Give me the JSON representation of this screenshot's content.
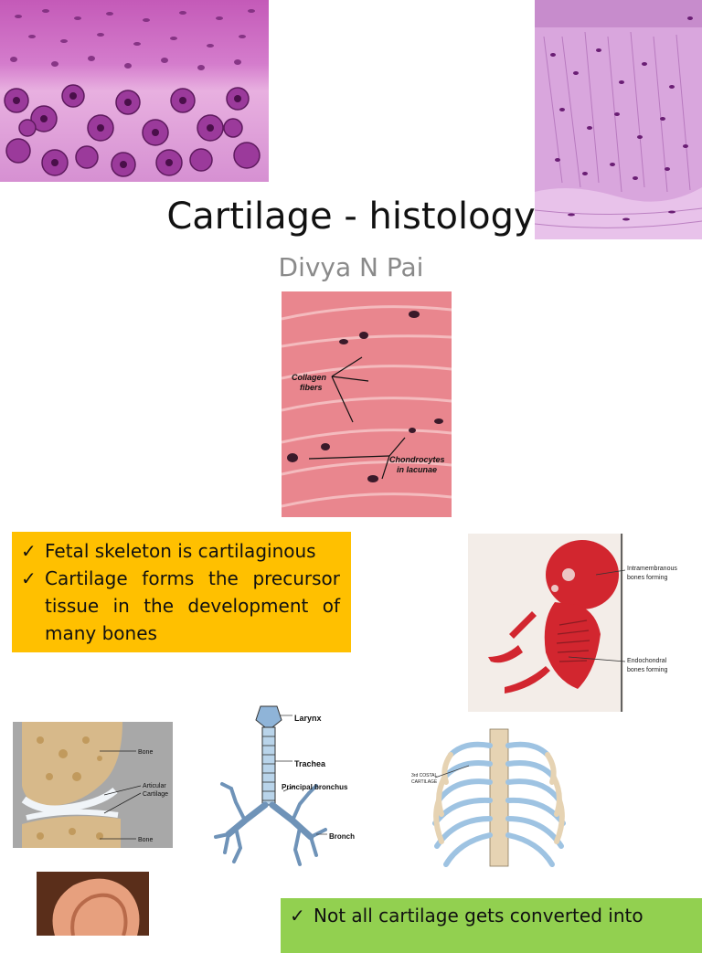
{
  "slide": {
    "title": "Cartilage - histology",
    "author": "Divya N Pai"
  },
  "figure_collagen": {
    "label_collagen": [
      "Collagen",
      "fibers"
    ],
    "label_chondrocytes": [
      "Chondrocytes",
      "in lacunae"
    ]
  },
  "box_fetal": {
    "bullets": [
      {
        "check": "✓",
        "text": "Fetal  skeleton is cartilaginous"
      },
      {
        "check": "✓",
        "text": "Cartilage forms the precursor tissue in the development of many bones"
      }
    ]
  },
  "figure_fetus": {
    "label_intramembranous": [
      "Intramembranous",
      "bones forming"
    ],
    "label_endochondral": [
      "Endochondral",
      "bones forming"
    ]
  },
  "figure_joint": {
    "label_bone_top": "Bone",
    "label_articular": [
      "Articular",
      "Cartilage"
    ],
    "label_bone_bottom": "Bone"
  },
  "figure_airway": {
    "label_larynx": "Larynx",
    "label_trachea": "Trachea",
    "label_bronchus": "Principal bronchus",
    "label_bronchi": "Bronchi"
  },
  "figure_ribcage": {
    "label_costal": [
      "3rd COSTAL",
      "CARTILAGE"
    ]
  },
  "box_conversion": {
    "bullets": [
      {
        "check": "✓",
        "text": "Not all cartilage gets converted into"
      }
    ]
  }
}
